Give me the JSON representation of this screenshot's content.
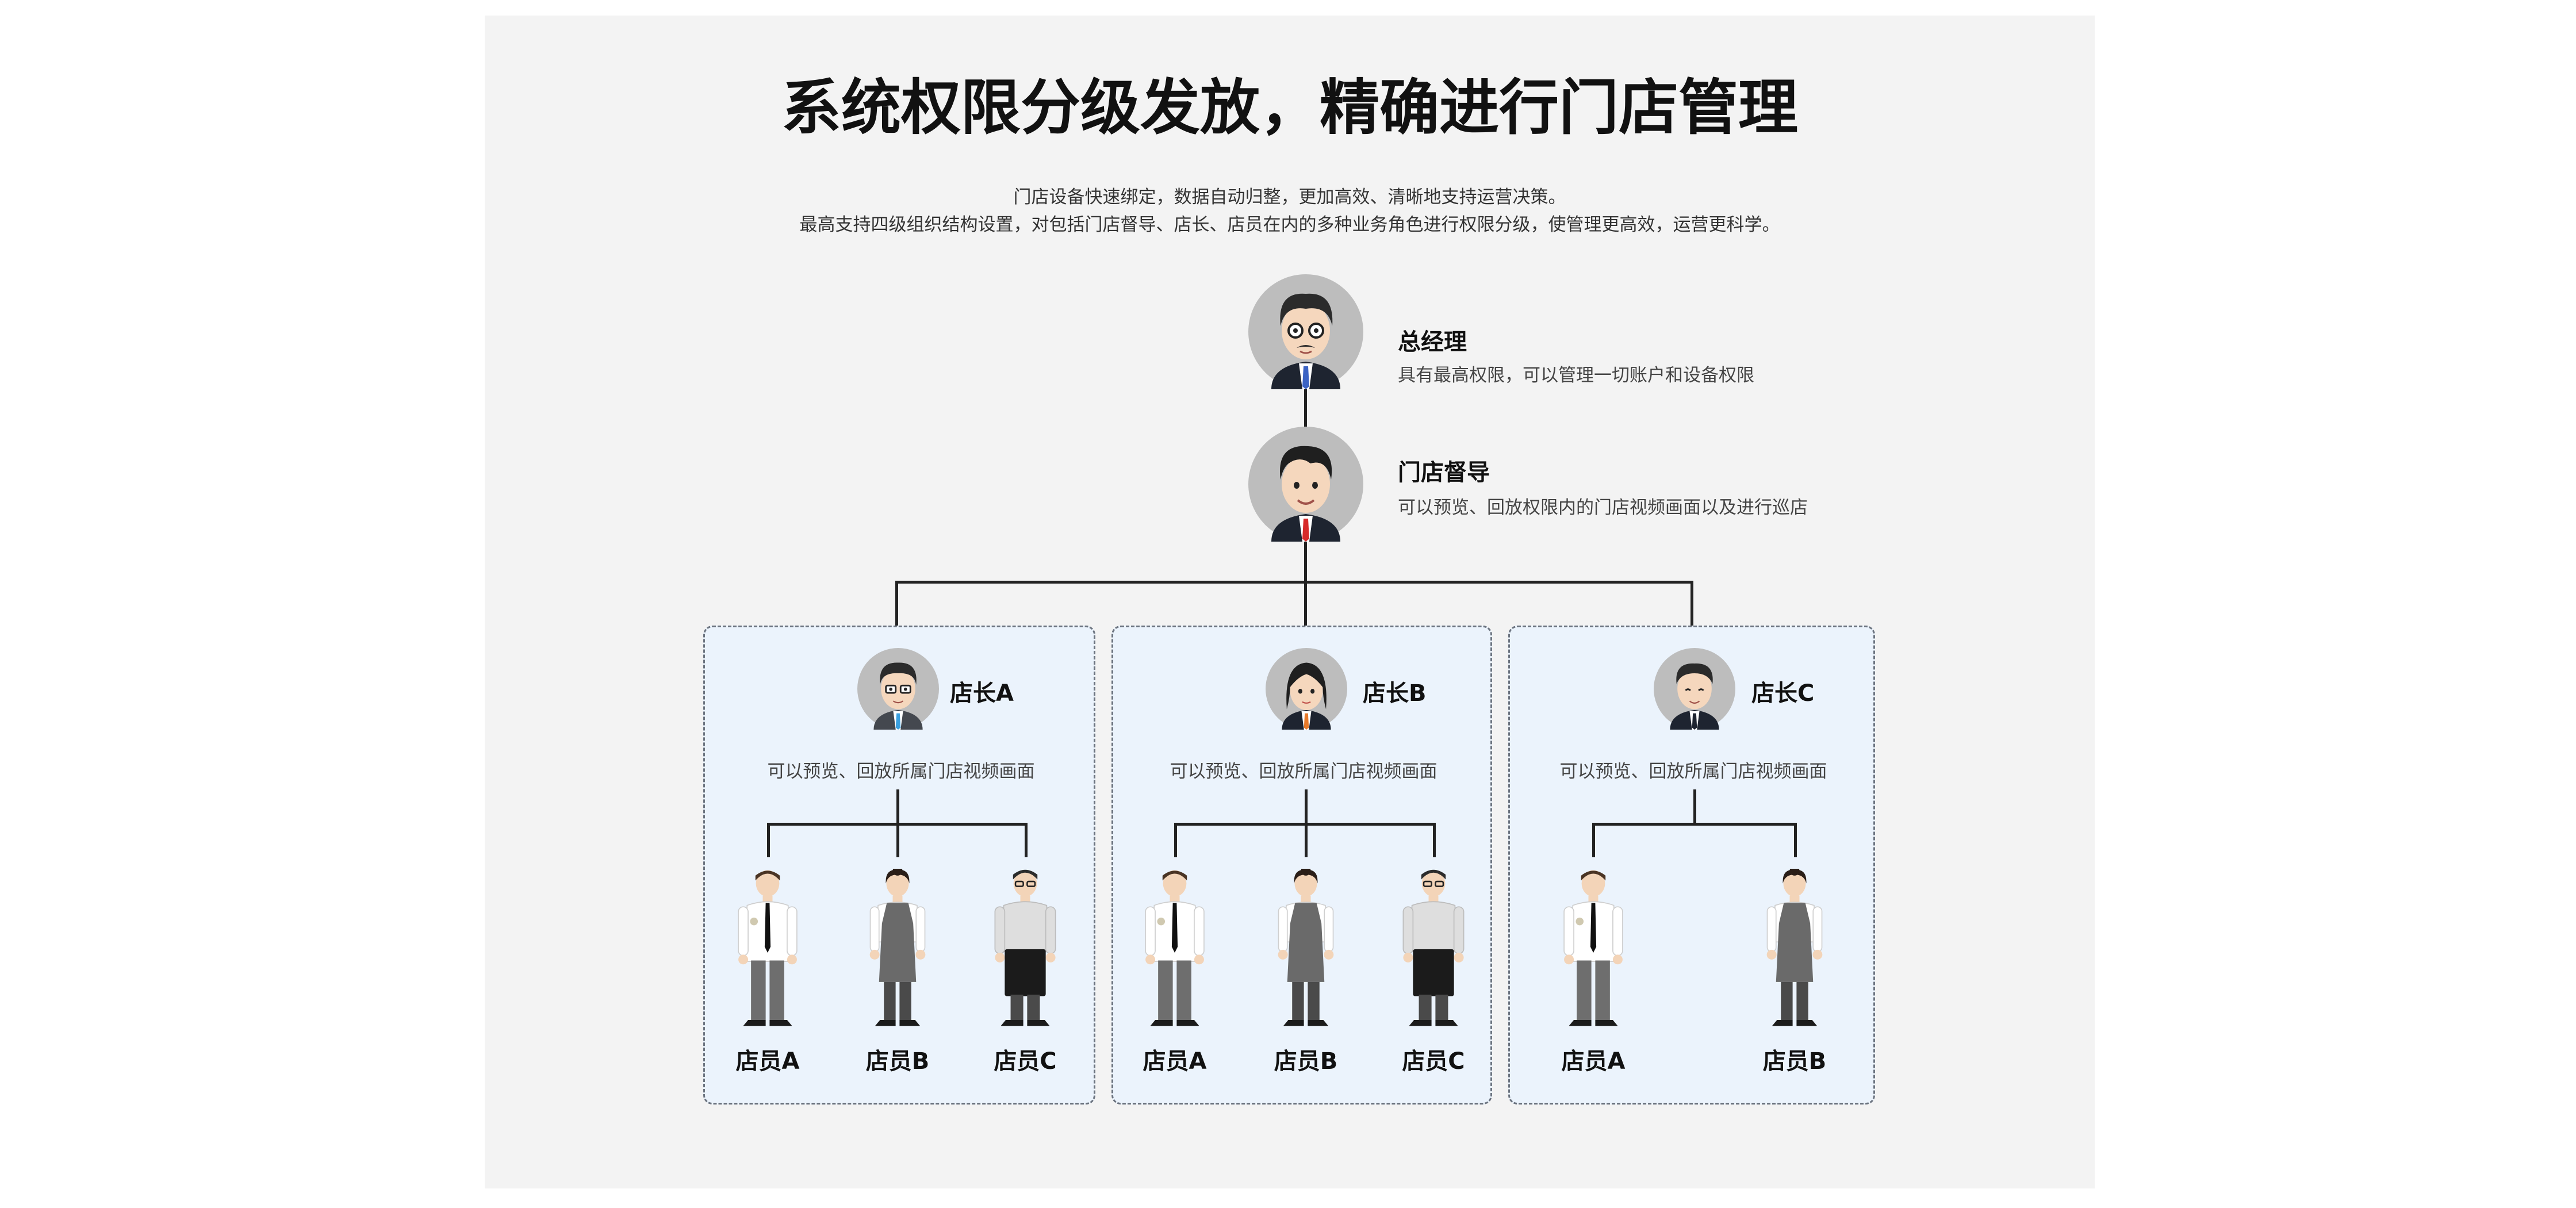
{
  "title": "系统权限分级发放，精确进行门店管理",
  "subtitle_lines": [
    "门店设备快速绑定，数据自动归整，更加高效、清晰地支持运营决策。",
    "最高支持四级组织结构设置，对包括门店督导、店长、店员在内的多种业务角色进行权限分级，使管理更高效，运营更科学。"
  ],
  "general_manager": {
    "name": "总经理",
    "desc": "具有最高权限，可以管理一切账户和设备权限"
  },
  "supervisor": {
    "name": "门店督导",
    "desc": "可以预览、回放权限内的门店视频画面以及进行巡店"
  },
  "stores": [
    {
      "manager": "店长A",
      "desc": "可以预览、回放所属门店视频画面",
      "staff": [
        "店员A",
        "店员B",
        "店员C"
      ]
    },
    {
      "manager": "店长B",
      "desc": "可以预览、回放所属门店视频画面",
      "staff": [
        "店员A",
        "店员B",
        "店员C"
      ]
    },
    {
      "manager": "店长C",
      "desc": "可以预览、回放所属门店视频画面",
      "staff": [
        "店员A",
        "店员B"
      ]
    }
  ],
  "colors": {
    "box_fill": "#ebf3fc",
    "box_border": "#6c7480",
    "panel": "#f3f3f3",
    "line": "#222222"
  }
}
